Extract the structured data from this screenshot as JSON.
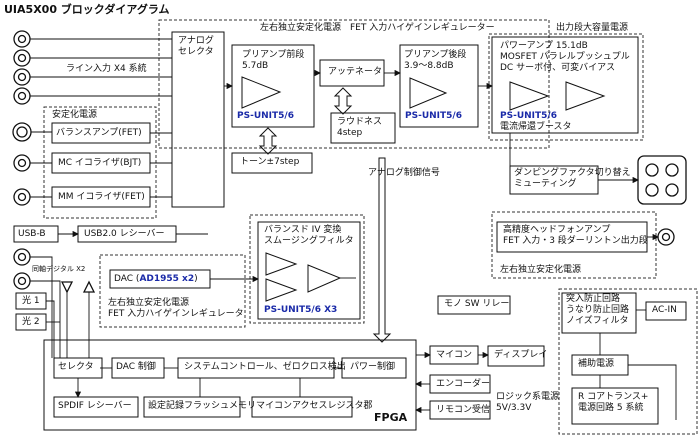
{
  "title": "UIA5X00 ブロックダイアグラム",
  "labels": {
    "line_in": "ライン入力 X4 系統",
    "psu_top": "左右独立安定化電源　FET 入力ハイゲインレギュレーター",
    "psu_out": "出力段大容量電源",
    "analog_sel": "アナログ\nセレクタ",
    "pre_front": "プリアンプ前段\n5.7dB",
    "attenuator": "アッテネータ",
    "pre_rear": "プリアンプ後段\n3.9～8.8dB",
    "power_amp": "パワーアンプ 15.1dB\nMOSFET パラレルプッシュプル\nDC サーボ付、可変バイアス",
    "ps_unit_a": "PS-UNIT5/6",
    "ps_unit_b": "PS-UNIT5/6",
    "ps_unit_c": "PS-UNIT5/6",
    "ps_unit_x3": "PS-UNIT5/6 X3",
    "booster": "電流帰還ブースタ",
    "loudness": "ラウドネス\n4step",
    "tone": "トーン±7step",
    "psu_left": "安定化電源",
    "bal_amp": "バランスアンプ(FET)",
    "mc_eq": "MC イコライザ(BJT)",
    "mm_eq": "MM イコライザ(FET)",
    "damping": "ダンピングファクタ切り替え\nミューティング",
    "analog_ctrl": "アナログ制御信号",
    "hp_amp": "高精度ヘッドフォンアンプ\nFET 入力・3 段ダーリントン出力段",
    "psu_hp": "左右独立安定化電源",
    "usb_b": "USB-B",
    "usb_rcv": "USB2.0 レシーバー",
    "coax": "同軸デジタル X2",
    "balanced_iv": "バランスド IV 変換\nスムージングフィルタ",
    "dac_prefix": "DAC (",
    "dac_chip": "AD1955 x2",
    "dac_suffix": ")",
    "psu_dac": "左右独立安定化電源\nFET 入力ハイゲインレギュレータ",
    "opt1": "光 1",
    "opt2": "光 2",
    "mono_relay": "モノ SW リレー",
    "inrush": "突入防止回路\nうなり防止回路\nノイズフィルタ",
    "ac_in": "AC-IN",
    "aux_psu": "補助電源",
    "r_core": "R コアトランス+\n電源回路 5 系統",
    "selector": "セレクタ",
    "dac_ctrl": "DAC 制御",
    "sys_ctrl": "システムコントロール、ゼロクロス検出",
    "power_ctrl": "パワー制御",
    "spdif": "SPDIF レシーバー",
    "flash": "設定記録フラッシュメモリ",
    "mcu_reg": "マイコンアクセスレジスタ郡",
    "fpga": "FPGA",
    "mcu": "マイコン",
    "display": "ディスプレイ",
    "encoder": "エンコーダー",
    "remote": "リモコン受信",
    "logic_psu": "ロジック系電源\n5V/3.3V"
  },
  "colors": {
    "accent": "#1a2aa8",
    "line": "#111111",
    "dash": "#333333"
  }
}
